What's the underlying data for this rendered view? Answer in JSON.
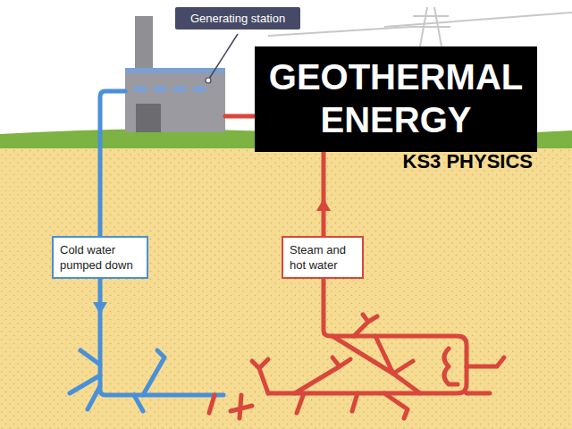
{
  "diagram": {
    "title": "GEOTHERMAL ENERGY",
    "nodes": [
      {
        "text": [
          "Generating station"
        ]
      },
      {
        "text": [
          "Cold water pumped down"
        ]
      },
      {
        "text": [
          "Steam and hot water"
        ]
      }
    ],
    "labels": [
      "KS3 PHYSICS"
    ]
  }
}
